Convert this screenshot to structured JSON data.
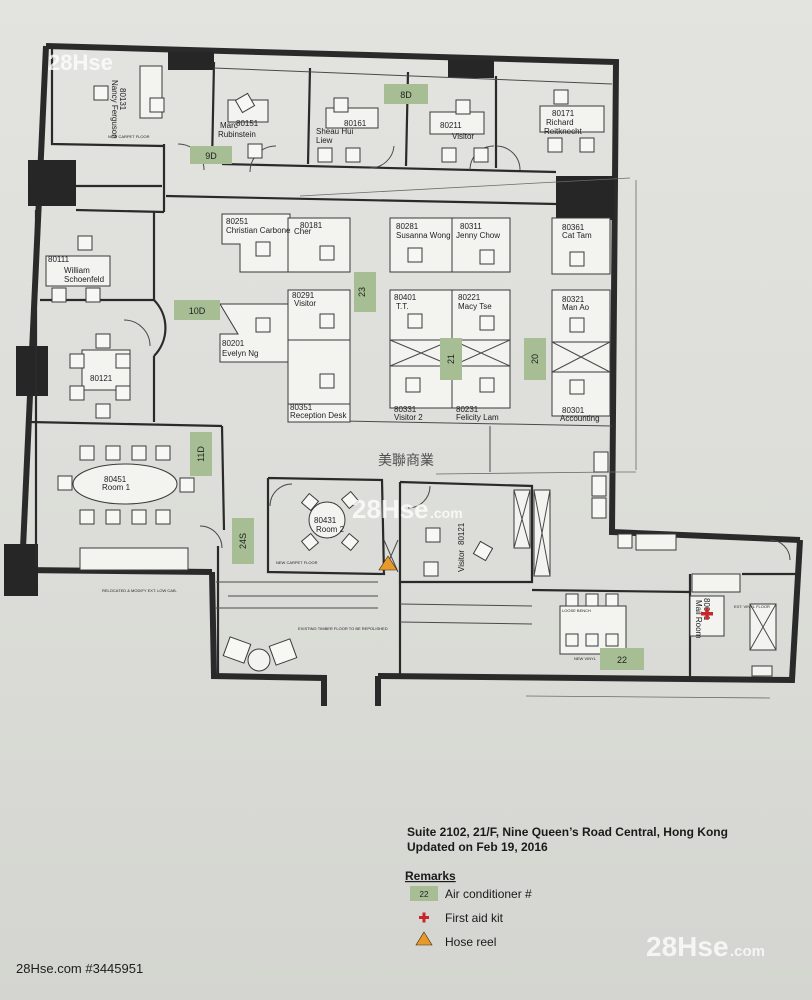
{
  "rooms": {
    "ferguson": {
      "id": "80131",
      "name": "Nancy Ferguson"
    },
    "rubinstein": {
      "id": "80151",
      "name_line1": "Marc",
      "name_line2": "Rubinstein"
    },
    "liew": {
      "id": "80161",
      "name_line1": "Sheau Hui",
      "name_line2": "Liew"
    },
    "visitor_211": {
      "id": "80211",
      "name": "Visitor"
    },
    "reitknecht": {
      "id": "80171",
      "name_line1": "Richard",
      "name_line2": "Reitknecht"
    },
    "schoenfeld": {
      "id": "80111",
      "name_line1": "William",
      "name_line2": "Schoenfeld"
    },
    "room_121": {
      "id": "80121"
    },
    "room1": {
      "id": "80451",
      "name": "Room 1"
    },
    "room2": {
      "id": "80431",
      "name": "Room 2"
    },
    "visitor_8012": {
      "id": "80121",
      "name": "Visitor"
    }
  },
  "stations": {
    "carbone": {
      "id": "80251",
      "name": "Christian Carbone"
    },
    "cher": {
      "id": "80181",
      "name": "Cher"
    },
    "evelyn": {
      "id": "80201",
      "name": "Evelyn Ng"
    },
    "visitor_291": {
      "id": "80291",
      "name": "Visitor"
    },
    "reception": {
      "id": "80351",
      "name": "Reception Desk"
    },
    "susanna": {
      "id": "80281",
      "name": "Susanna Wong"
    },
    "jenny": {
      "id": "80311",
      "name": "Jenny Chow"
    },
    "tt": {
      "id": "80401",
      "name": "T.T."
    },
    "macy": {
      "id": "80221",
      "name": "Macy Tse"
    },
    "visitor2": {
      "id": "80331",
      "name": "Visitor 2"
    },
    "felicity": {
      "id": "80231",
      "name": "Felicity Lam"
    },
    "cat": {
      "id": "80361",
      "name": "Cat Tam"
    },
    "manao": {
      "id": "80321",
      "name": "Man Ao"
    },
    "accounting": {
      "id": "80301",
      "name": "Accounting"
    },
    "mailroom": {
      "id": "80091",
      "name": "Mail Room"
    }
  },
  "aircon_units": [
    "9D",
    "8D",
    "10D",
    "23",
    "21",
    "20",
    "11D",
    "24S",
    "22"
  ],
  "small_notes": {
    "new_carpet_1": "NEW CARPET FLOOR",
    "new_carpet_2": "NEW CARPET FLOOR",
    "relocated": "RELOCATED & MODIFY EXT. LOW CAB.",
    "timber": "EXISTING TIMBER FLOOR TO BE REPOLISHED",
    "loose_bench": "LOOSE BENCH",
    "new_vinyl": "NEW VINYL",
    "ext_vinyl": "EXT. VINYL FLOOR"
  },
  "center_watermark": "美聯商業",
  "info": {
    "address": "Suite 2102, 21/F, Nine Queen’s Road Central, Hong Kong",
    "updated": "Updated on Feb 19, 2016"
  },
  "legend": {
    "title": "Remarks",
    "swatch_label": "22",
    "items": [
      {
        "icon": "aircon-swatch",
        "label": "Air conditioner #"
      },
      {
        "icon": "first-aid-icon",
        "label": "First aid kit"
      },
      {
        "icon": "hose-reel-icon",
        "label": "Hose reel"
      }
    ]
  },
  "watermarks": {
    "top_left": "28Hse",
    "center": "28Hse",
    "center_dom": ".com",
    "bottom_right": "28Hse",
    "bottom_right_dom": ".com",
    "bottom_left": "28Hse.com #3445951"
  },
  "colors": {
    "aircon_green": "#a7be94",
    "first_aid_red": "#c8262b",
    "hose_orange": "#e79a2a"
  }
}
